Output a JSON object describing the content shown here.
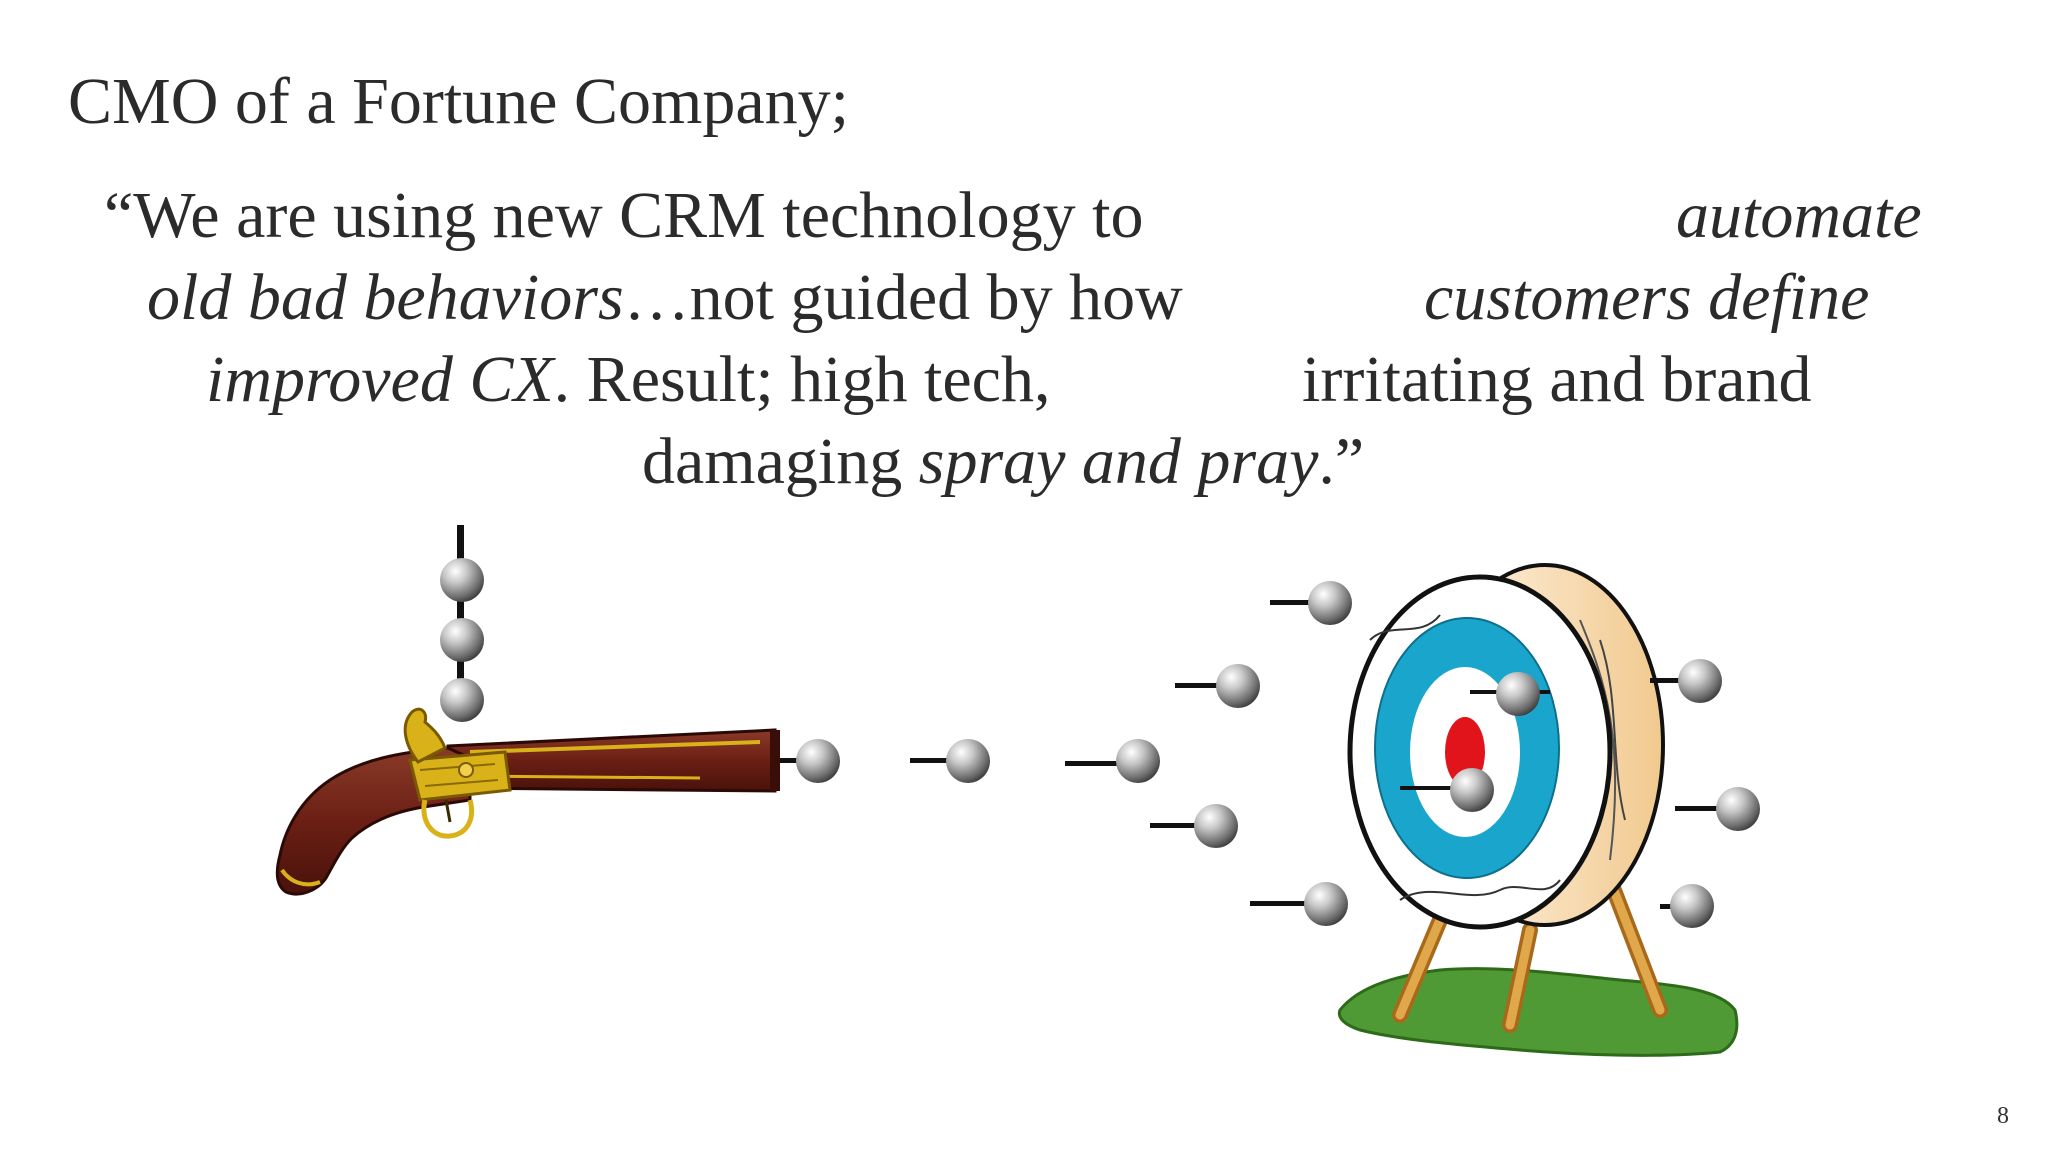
{
  "slide": {
    "title": "CMO of a Fortune Company;",
    "quote": {
      "line1_a": "“We are using new CRM technology to",
      "line1_b": "automate",
      "line2_a": "old bad behaviors",
      "line2_b": "…not guided by how",
      "line2_c": "customers define",
      "line3_a": "improved CX",
      "line3_b": ". Result; high tech,",
      "line3_c": "irritating and brand",
      "line4_a": "damaging ",
      "line4_b": "spray and pray",
      "line4_c": ".”"
    },
    "page_number": "8"
  },
  "illustration": {
    "pistol_icon": "flintlock-pistol-icon",
    "target_icon": "archery-target-icon",
    "ball_icon": "bullet-ball-icon",
    "colors": {
      "pistol_wood": "#6b1f14",
      "pistol_brass": "#d9b21a",
      "target_ring": "#1aa6cc",
      "target_center": "#e0141a",
      "grass": "#4f9a34",
      "stand": "#d89a3a"
    }
  }
}
